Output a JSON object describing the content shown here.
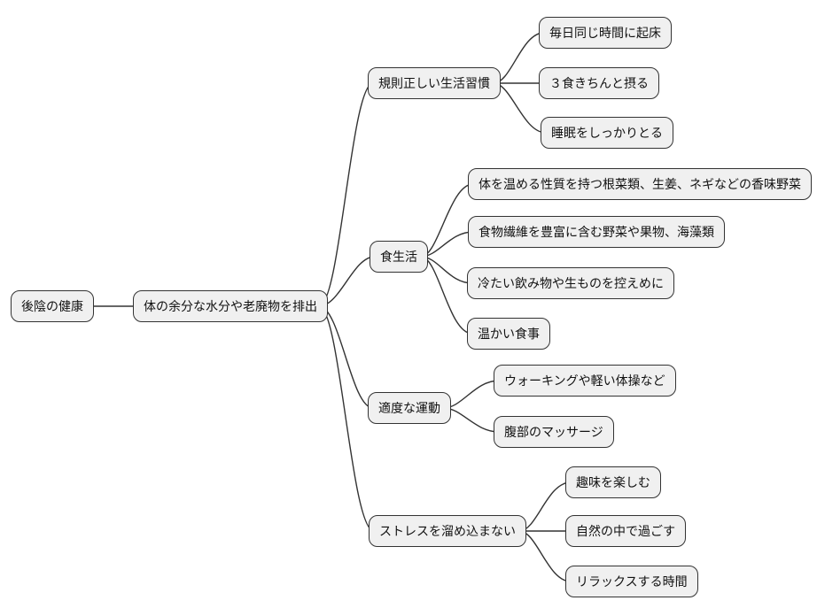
{
  "diagram": {
    "type": "mindmap",
    "root": {
      "label": "後陰の健康"
    },
    "hub": {
      "label": "体の余分な水分や老廃物を排出"
    },
    "branches": [
      {
        "label": "規則正しい生活習慣",
        "children": [
          "毎日同じ時間に起床",
          "３食きちんと摂る",
          "睡眠をしっかりとる"
        ]
      },
      {
        "label": "食生活",
        "children": [
          "体を温める性質を持つ根菜類、生姜、ネギなどの香味野菜",
          "食物繊維を豊富に含む野菜や果物、海藻類",
          "冷たい飲み物や生ものを控えめに",
          "温かい食事"
        ]
      },
      {
        "label": "適度な運動",
        "children": [
          "ウォーキングや軽い体操など",
          "腹部のマッサージ"
        ]
      },
      {
        "label": "ストレスを溜め込まない",
        "children": [
          "趣味を楽しむ",
          "自然の中で過ごす",
          "リラックスする時間"
        ]
      }
    ],
    "colors": {
      "background": "#ffffff",
      "node_fill": "#f0f0f0",
      "node_border": "#333333",
      "edge_line": "#333333",
      "text": "#111111"
    }
  }
}
